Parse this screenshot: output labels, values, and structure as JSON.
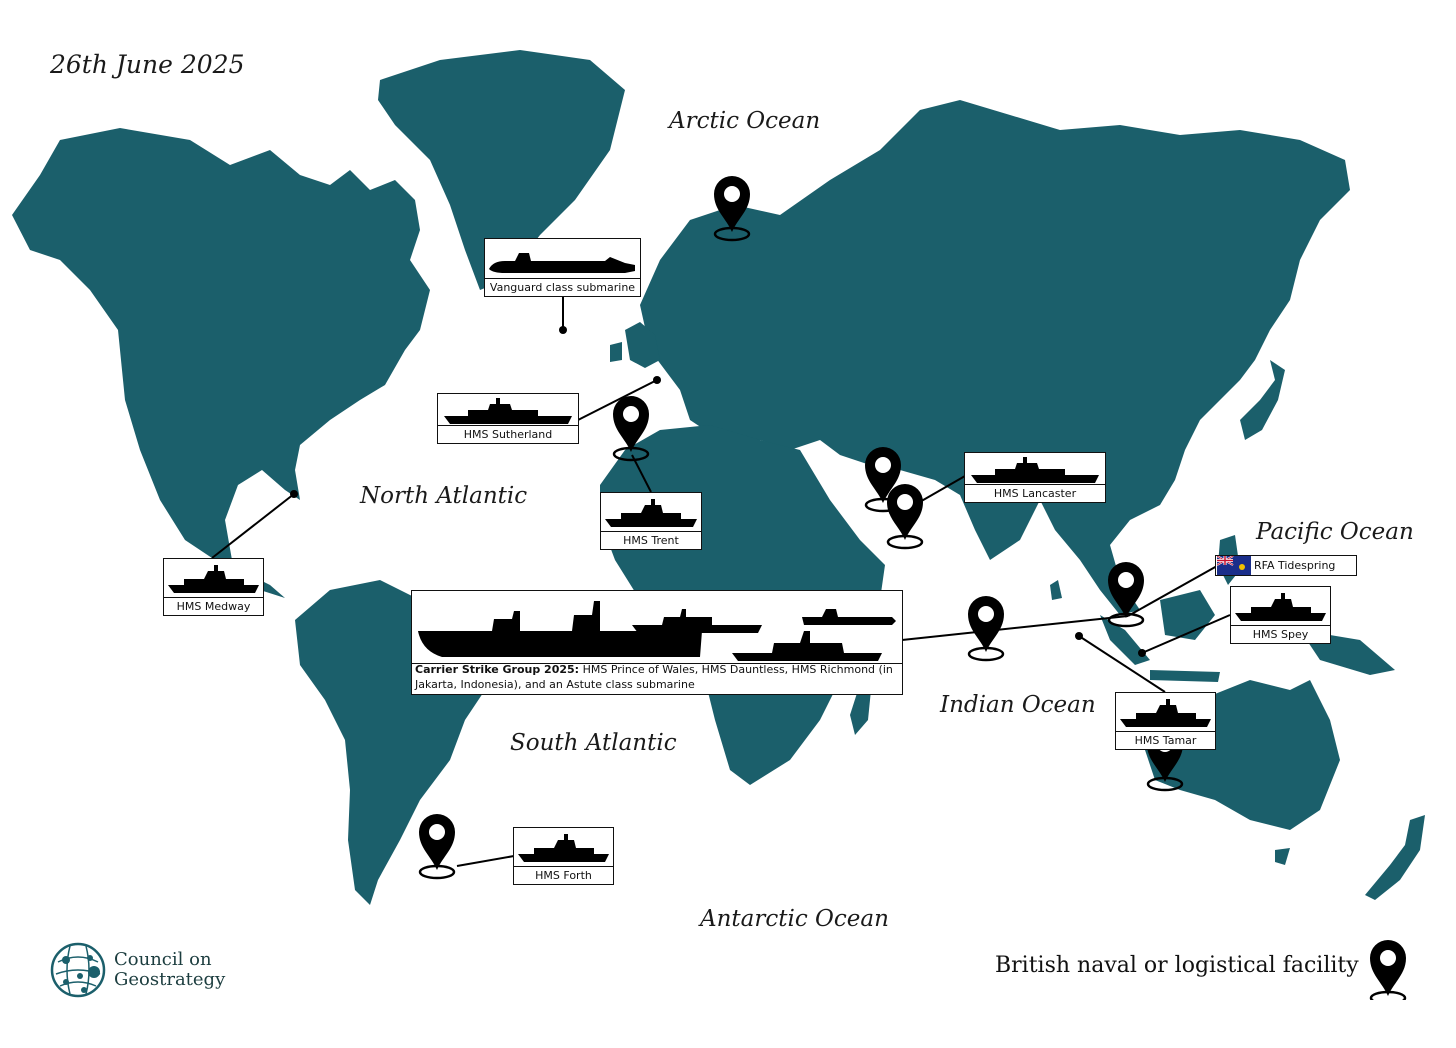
{
  "date": "26th June 2025",
  "colors": {
    "land": "#1b5f6b",
    "ink": "#000000",
    "background": "#ffffff"
  },
  "oceans": {
    "arctic": "Arctic Ocean",
    "north_atlantic": "North Atlantic",
    "south_atlantic": "South Atlantic",
    "indian": "Indian Ocean",
    "pacific": "Pacific Ocean",
    "antarctic": "Antarctic Ocean"
  },
  "ships": {
    "vanguard": "Vanguard class submarine",
    "sutherland": "HMS Sutherland",
    "trent": "HMS Trent",
    "medway": "HMS Medway",
    "lancaster": "HMS Lancaster",
    "tidespring": "RFA Tidespring",
    "spey": "HMS Spey",
    "tamar": "HMS Tamar",
    "forth": "HMS Forth"
  },
  "carrier_group": {
    "title": "Carrier Strike Group 2025:",
    "details": "HMS Prince of Wales, HMS Dauntless, HMS Richmond (in Jakarta, Indonesia), and an Astute class submarine"
  },
  "logo": {
    "line1": "Council on",
    "line2": "Geostrategy"
  },
  "legend": {
    "label": "British naval or logistical facility",
    "icon": "map-pin-icon"
  }
}
